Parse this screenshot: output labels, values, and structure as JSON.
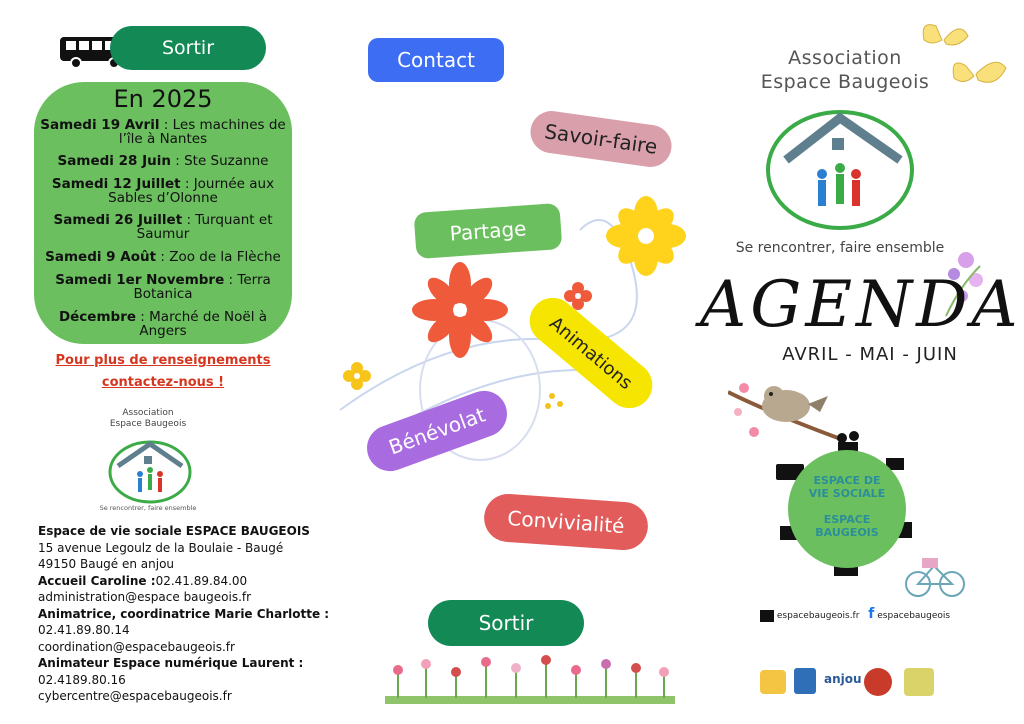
{
  "left": {
    "sortir_label": "Sortir",
    "year_title": "En 2025",
    "events": [
      {
        "date": "Samedi 19 Avril",
        "text": " : Les machines de l’île à Nantes"
      },
      {
        "date": "Samedi 28 Juin",
        "text": "  : Ste Suzanne"
      },
      {
        "date": "Samedi 12 Juillet",
        "text": " : Journée aux Sables d’Olonne"
      },
      {
        "date": "Samedi 26 Juillet",
        "text": " : Turquant et Saumur"
      },
      {
        "date": "Samedi 9 Août",
        "text": " : Zoo de la Flèche"
      },
      {
        "date": "Samedi 1er Novembre",
        "text": " : Terra Botanica"
      },
      {
        "date": "Décembre",
        "text": " : Marché de Noël à Angers"
      }
    ],
    "info_line1": "Pour plus de renseignements",
    "info_line2": "contactez-nous !",
    "assoc_line1": "Association",
    "assoc_line2": "Espace Baugeois",
    "slogan": "Se rencontrer, faire ensemble",
    "contact": {
      "name": "Espace de vie sociale ESPACE BAUGEOIS",
      "address1": "15 avenue Legoulz de la Boulaie - Baugé",
      "address2": "49150 Baugé en anjou",
      "accueil": "Accueil Caroline :",
      "accueil_phone": "02.41.89.84.00",
      "admin_email": "administration@espace baugeois.fr",
      "anim_title": "Animatrice, coordinatrice Marie Charlotte :",
      "anim_phone": "02.41.89.80.14",
      "coord_email": "coordination@espacebaugeois.fr",
      "num_title": "Animateur Espace numérique Laurent :",
      "num_phone": "02.4189.80.16",
      "cyber_email": "cybercentre@espacebaugeois.fr"
    }
  },
  "middle": {
    "contact_label": "Contact",
    "savoir_label": "Savoir-faire",
    "partage_label": "Partage",
    "animations_label": "Animations",
    "benevolat_label": "Bénévolat",
    "convivialite_label": "Convivialité",
    "sortir_label": "Sortir"
  },
  "right": {
    "assoc_line1": "Association",
    "assoc_line2": "Espace Baugeois",
    "slogan": "Se rencontrer, faire ensemble",
    "agenda": "AGENDA",
    "months": "AVRIL - MAI - JUIN",
    "evs_line1": "ESPACE DE",
    "evs_line2": "VIE SOCIALE",
    "evs_line3": "ESPACE",
    "evs_line4": "BAUGEOIS",
    "web": "espacebaugeois.fr",
    "facebook": "espacebaugeois",
    "partner_anjou": "anjou"
  },
  "colors": {
    "green_dark": "#138a55",
    "green_light": "#6bbf5f",
    "blue": "#3d6df2",
    "pink": "#d9a0ac",
    "yellow": "#f5e500",
    "purple": "#a86ce0",
    "red": "#e25c5c",
    "orange_red": "#d6361f"
  }
}
